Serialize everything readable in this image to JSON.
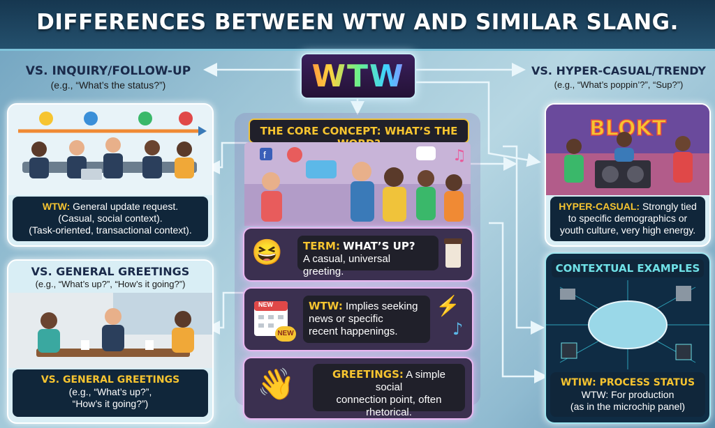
{
  "title": "DIFFERENCES BETWEEN WTW AND SIMILAR SLANG.",
  "logo": "WTW",
  "left_top": {
    "heading": "VS. INQUIRY/FOLLOW-UP",
    "example": "(e.g., “What’s the status?”)",
    "caption_key": "WTW:",
    "caption_lines": [
      "General update request.",
      "(Casual, social context).",
      "(Task-oriented, transactional context)."
    ]
  },
  "left_bottom": {
    "heading": "VS. GENERAL GREETINGS",
    "example": "(e.g., “What’s up?”, “How’s it going?”)",
    "caption_heading": "VS. GENERAL GREETINGS",
    "caption_lines": [
      "(e.g., “What’s up?”,",
      "“How’s it going?”)"
    ]
  },
  "center": {
    "core_title": "THE CORE CONCEPT: WHAT’S THE WORD?",
    "term_key": "TERM:",
    "term_value": "WHAT’S UP?",
    "term_desc": "A casual, universal greeting.",
    "wtw_key": "WTW:",
    "wtw_lines": [
      "Implies seeking",
      "news or specific",
      "recent happenings."
    ],
    "greet_key": "GREETINGS:",
    "greet_lines": [
      "A simple social",
      "connection point, often",
      "rhetorical."
    ],
    "calendar_badge": "NEW",
    "calendar_sticker": "NEW"
  },
  "right_top": {
    "heading": "VS. HYPER-CASUAL/TRENDY",
    "example": "(e.g., “What’s poppin’?”, “Sup?”)",
    "graffiti": "BLOKT",
    "caption_key": "HYPER-CASUAL:",
    "caption_lines": [
      "Strongly tied",
      "to specific demographics or",
      "youth culture, very high energy."
    ]
  },
  "right_bottom": {
    "heading": "CONTEXTUAL EXAMPLES",
    "caption_key": "WTIW: PROCESS STATUS",
    "caption_lines": [
      "WTW: For production",
      "(as in the microchip panel)"
    ]
  },
  "colors": {
    "accent_yellow": "#f6c430",
    "accent_cyan": "#6fe0e6",
    "banner": "#163750",
    "caption_bg": "#10263a",
    "pill_border": "#e9b7f0"
  },
  "icons": [
    "facebook-icon",
    "heart-bubble-icon",
    "chat-bubble-icon",
    "music-note-icon",
    "laughing-emoji-icon",
    "coffee-cup-icon",
    "calendar-icon",
    "microphone-icon",
    "lightning-icon",
    "waving-hand-icon",
    "microchip-icon",
    "wafer-icon",
    "check-pin-icon",
    "close-pin-icon"
  ]
}
